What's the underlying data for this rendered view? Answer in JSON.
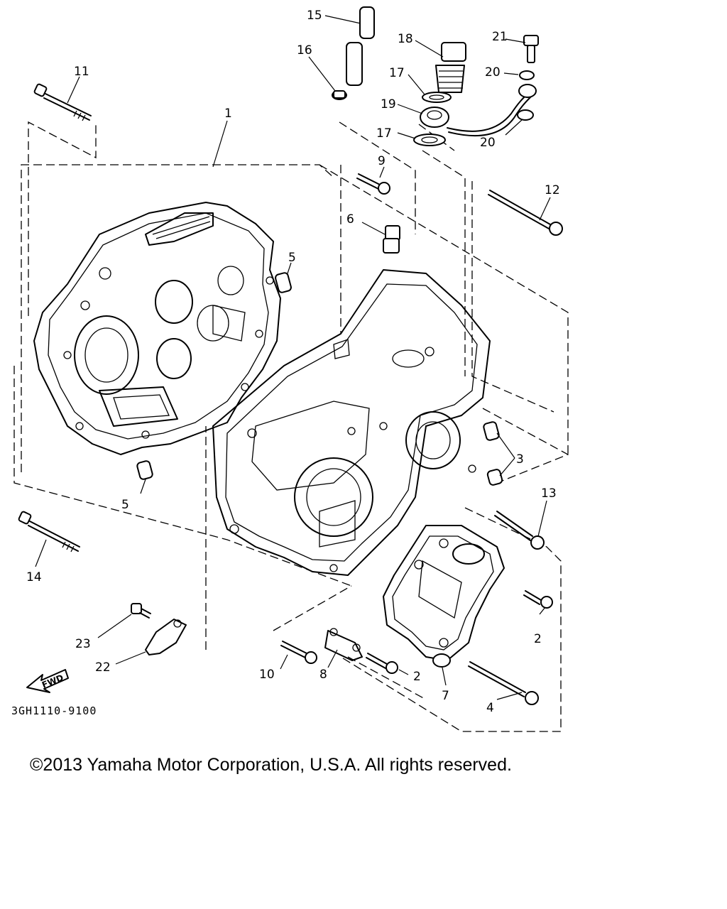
{
  "diagram": {
    "callouts": {
      "c1": "1",
      "c2a": "2",
      "c2b": "2",
      "c3": "3",
      "c4": "4",
      "c5a": "5",
      "c5b": "5",
      "c6": "6",
      "c7": "7",
      "c8": "8",
      "c9": "9",
      "c10": "10",
      "c11": "11",
      "c12": "12",
      "c13": "13",
      "c14": "14",
      "c15": "15",
      "c16": "16",
      "c17a": "17",
      "c17b": "17",
      "c18": "18",
      "c19": "19",
      "c20a": "20",
      "c20b": "20",
      "c21": "21",
      "c22": "22",
      "c23": "23"
    },
    "fwd_label": "FWD",
    "drawing_code": "3GH1110-9100"
  },
  "footer": {
    "copyright": "©2013 Yamaha Motor Corporation, U.S.A. All rights reserved."
  }
}
